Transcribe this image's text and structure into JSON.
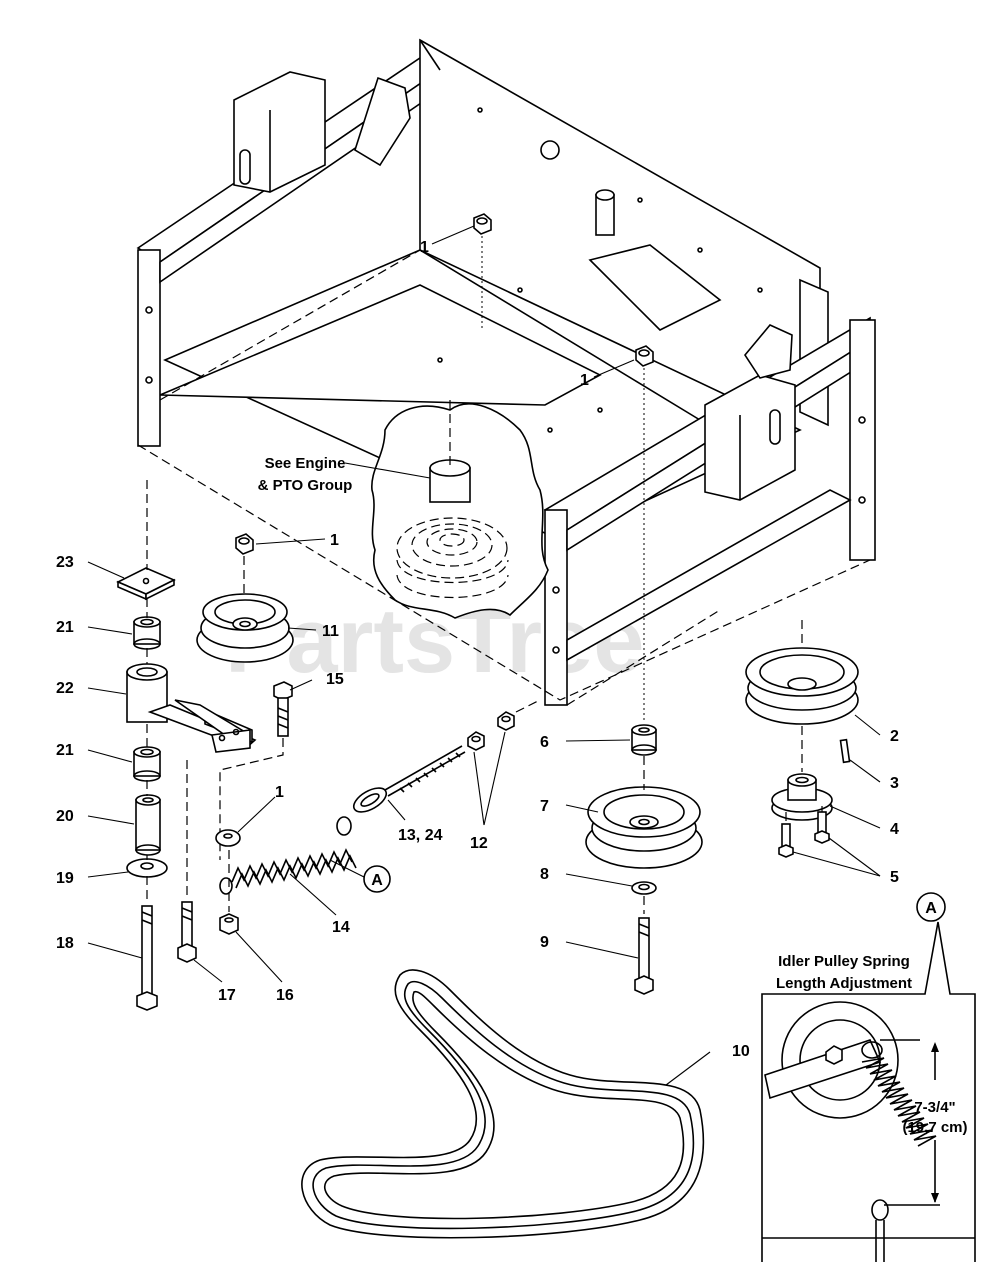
{
  "watermark": "PartsTree",
  "notes": {
    "see_engine_line1": "See Engine",
    "see_engine_line2": "& PTO Group",
    "detail_title_line1": "Idler Pulley Spring",
    "detail_title_line2": "Length Adjustment",
    "detail_marker": "A",
    "spring_marker": "A",
    "measure_line1": "7-3/4\"",
    "measure_line2": "(19,7 cm)"
  },
  "callouts": {
    "c1a": "1",
    "c1b": "1",
    "c1c": "1",
    "c1d": "1",
    "c2": "2",
    "c3": "3",
    "c4": "4",
    "c5": "5",
    "c6": "6",
    "c7": "7",
    "c8": "8",
    "c9": "9",
    "c10": "10",
    "c11": "11",
    "c12": "12",
    "c13": "13, 24",
    "c14": "14",
    "c15": "15",
    "c16": "16",
    "c17": "17",
    "c18": "18",
    "c19": "19",
    "c20": "20",
    "c21a": "21",
    "c21b": "21",
    "c22": "22",
    "c23": "23"
  }
}
